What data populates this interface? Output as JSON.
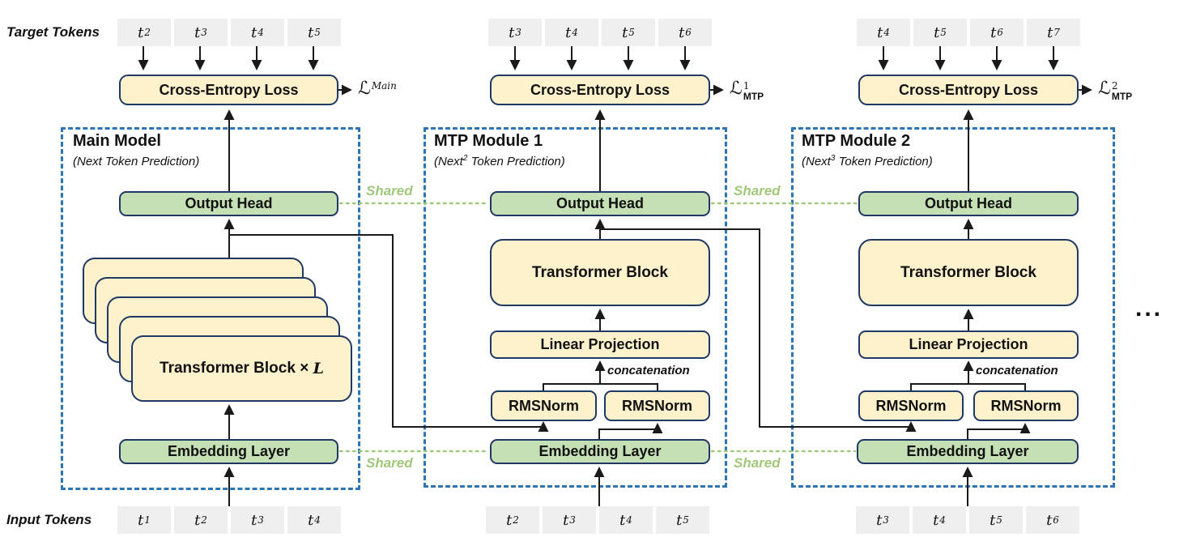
{
  "labels": {
    "target_tokens": "Target Tokens",
    "input_tokens": "Input Tokens",
    "token_base": "t",
    "shared": "Shared",
    "concatenation": "concatenation",
    "ellipsis": "...",
    "cross_entropy": "Cross-Entropy Loss",
    "output_head": "Output Head",
    "embedding_layer": "Embedding Layer",
    "transformer_block": "Transformer Block",
    "linear_projection": "Linear Projection",
    "rmsnorm": "RMSNorm"
  },
  "colors": {
    "box_yellow": "#fdf2cc",
    "box_green": "#c5e0b4",
    "border_navy": "#1f3864",
    "dashed_blue": "#2e75b6",
    "shared_green": "#a0c878",
    "token_gray": "#efefef",
    "line_black": "#1a1a1a"
  },
  "modules": {
    "main": {
      "title": "Main Model",
      "subtitle_pre": "(Next",
      "subtitle_sup": "",
      "subtitle_post": " Token Prediction)",
      "loss_script": "ℒ",
      "loss_sup": "",
      "loss_sub": "Main",
      "transformer_label": "Transformer Block ×",
      "transformer_var": "L",
      "target_subs": [
        "2",
        "3",
        "4",
        "5"
      ],
      "input_subs": [
        "1",
        "2",
        "3",
        "4"
      ]
    },
    "mtp1": {
      "title": "MTP Module 1",
      "subtitle_pre": "(Next",
      "subtitle_sup": "2",
      "subtitle_post": " Token Prediction)",
      "loss_script": "ℒ",
      "loss_sup": "1",
      "loss_sub": "MTP",
      "target_subs": [
        "3",
        "4",
        "5",
        "6"
      ],
      "input_subs": [
        "2",
        "3",
        "4",
        "5"
      ]
    },
    "mtp2": {
      "title": "MTP Module 2",
      "subtitle_pre": "(Next",
      "subtitle_sup": "3",
      "subtitle_post": " Token Prediction)",
      "loss_script": "ℒ",
      "loss_sup": "2",
      "loss_sub": "MTP",
      "target_subs": [
        "4",
        "5",
        "6",
        "7"
      ],
      "input_subs": [
        "3",
        "4",
        "5",
        "6"
      ]
    }
  }
}
